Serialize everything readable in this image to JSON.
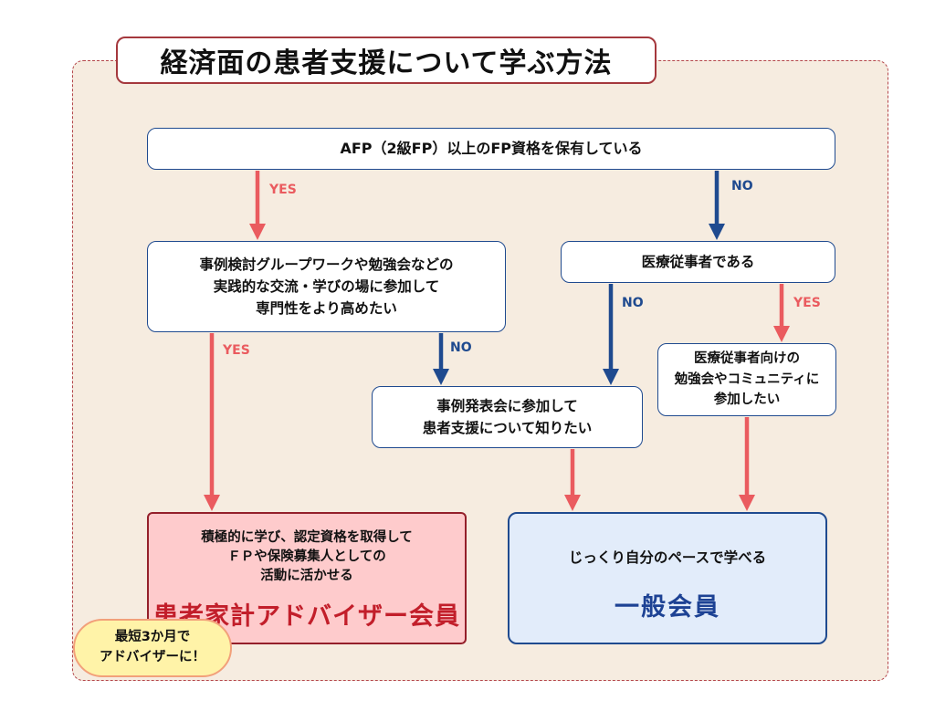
{
  "title": "経済面の患者支援について学ぶ方法",
  "nodes": {
    "root": "AFP（2級FP）以上のFP資格を保有している",
    "left_question": "事例検討グループワークや勉強会などの\n実践的な交流・学びの場に参加して\n専門性をより高めたい",
    "medical_question": "医療従事者である",
    "case_question": "事例発表会に参加して\n患者支援について知りたい",
    "community_question": "医療従事者向けの\n勉強会やコミュニティに\n参加したい"
  },
  "outcomes": {
    "advisor": {
      "description": "積極的に学び、認定資格を取得して\nＦＰや保険募集人としての\n活動に活かせる",
      "name": "患者家計アドバイザー会員"
    },
    "general": {
      "description": "じっくり自分のペースで学べる",
      "name": "一般会員"
    }
  },
  "badge": "最短3か月で\nアドバイザーに！",
  "edge_labels": {
    "root_yes": "YES",
    "root_no": "NO",
    "left_yes": "YES",
    "left_no": "NO",
    "medical_no": "NO",
    "medical_yes": "YES"
  },
  "colors": {
    "yes_arrow": "#ea5b5f",
    "no_arrow": "#1f4a8f",
    "panel_bg": "#f6ece0",
    "advisor_bg": "#fecbcc",
    "general_bg": "#e2ecfa",
    "badge_bg": "#fff3a8"
  }
}
